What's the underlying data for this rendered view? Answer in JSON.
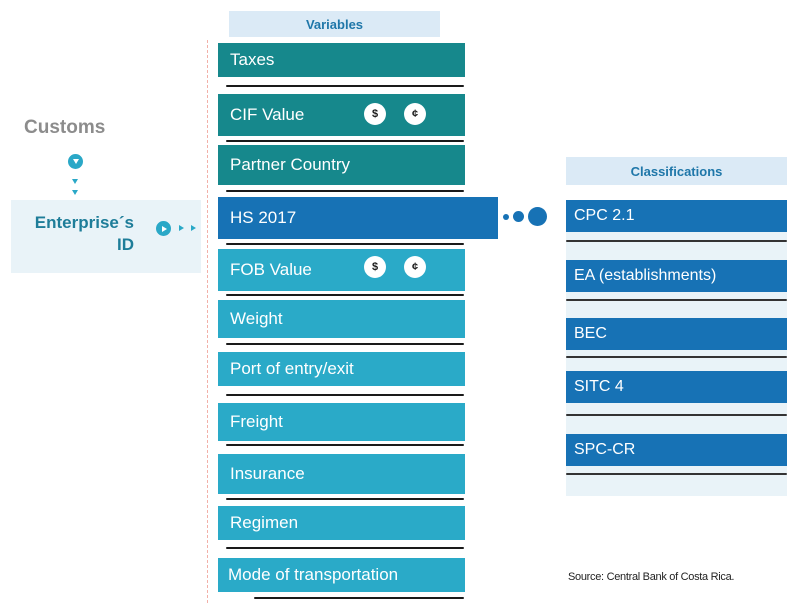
{
  "customs": {
    "label": "Customs"
  },
  "enterprise": {
    "label_line1": "Enterprise´s",
    "label_line2": "ID"
  },
  "variables": {
    "header": "Variables",
    "items": [
      "Taxes",
      "CIF Value",
      "Partner Country",
      "HS 2017",
      "FOB Value",
      "Weight",
      "Port of entry/exit",
      "Freight",
      "Insurance",
      "Regimen",
      "Mode of transportation"
    ],
    "currency_symbols": [
      "$",
      "¢"
    ]
  },
  "classifications": {
    "header": "Classifications",
    "items": [
      "CPC 2.1",
      "EA (establishments)",
      "BEC",
      "SITC 4",
      "SPC-CR"
    ]
  },
  "source": "Source: Central Bank of Costa Rica.",
  "colors": {
    "teal": "#16888c",
    "blue": "#1772b5",
    "light_blue": "#2aaac8",
    "header_bg": "#dbeaf6",
    "enterprise_bg": "#e9f3f8"
  }
}
